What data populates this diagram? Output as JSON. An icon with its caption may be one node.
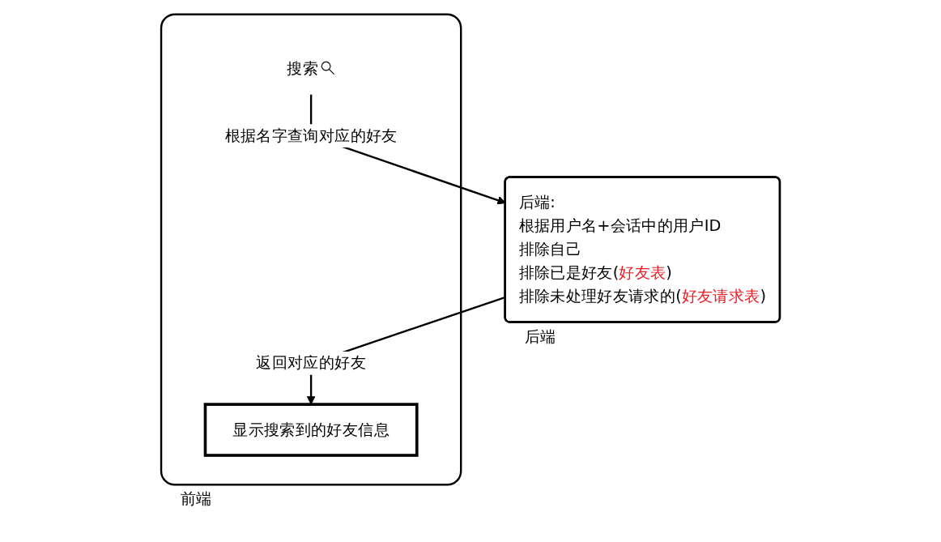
{
  "diagram": {
    "nodes": [
      {
        "text": [],
        "shape": "box",
        "beside": [
          "前端"
        ]
      },
      {
        "text": [
          "搜索"
        ],
        "in": 0
      },
      {
        "text": [
          "显示搜索到的好友信息"
        ],
        "in": 0
      },
      {
        "text": [
          "后端:",
          "根据用户名+会话中的用户ID",
          "排除自己",
          "排除已是好友(好友表)",
          "排除未处理好友请求的(好友请求表)"
        ],
        "beside": [
          "后端"
        ]
      }
    ],
    "edges": [
      {
        "from": 1,
        "to": 3,
        "arrow": "to",
        "label": "根据名字查询对应的好友"
      },
      {
        "from": 3,
        "to": 2,
        "arrow": "to",
        "label": "返回对应的好友"
      }
    ]
  }
}
